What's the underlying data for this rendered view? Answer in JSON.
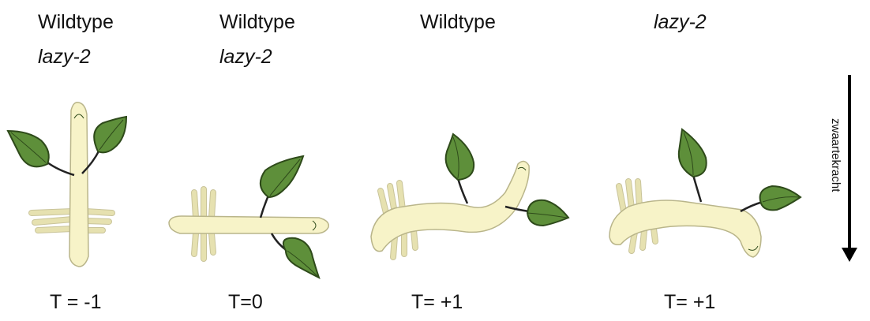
{
  "panels": [
    {
      "title_line1": "Wildtype",
      "title_line2": "lazy-2",
      "time": "T = -1"
    },
    {
      "title_line1": "Wildtype",
      "title_line2": "lazy-2",
      "time": "T=0"
    },
    {
      "title_line1": "Wildtype",
      "title_line2": "",
      "time": "T= +1"
    },
    {
      "title_line1": "",
      "title_line2": "lazy-2",
      "time": "T= +1"
    }
  ],
  "gravity_label": "zwaartekracht",
  "colors": {
    "stem_fill": "#f7f3c8",
    "stem_outline": "#b9b58a",
    "leaf_fill": "#5e8f3a",
    "leaf_outline": "#2e4a1a",
    "arrow": "#000000"
  }
}
